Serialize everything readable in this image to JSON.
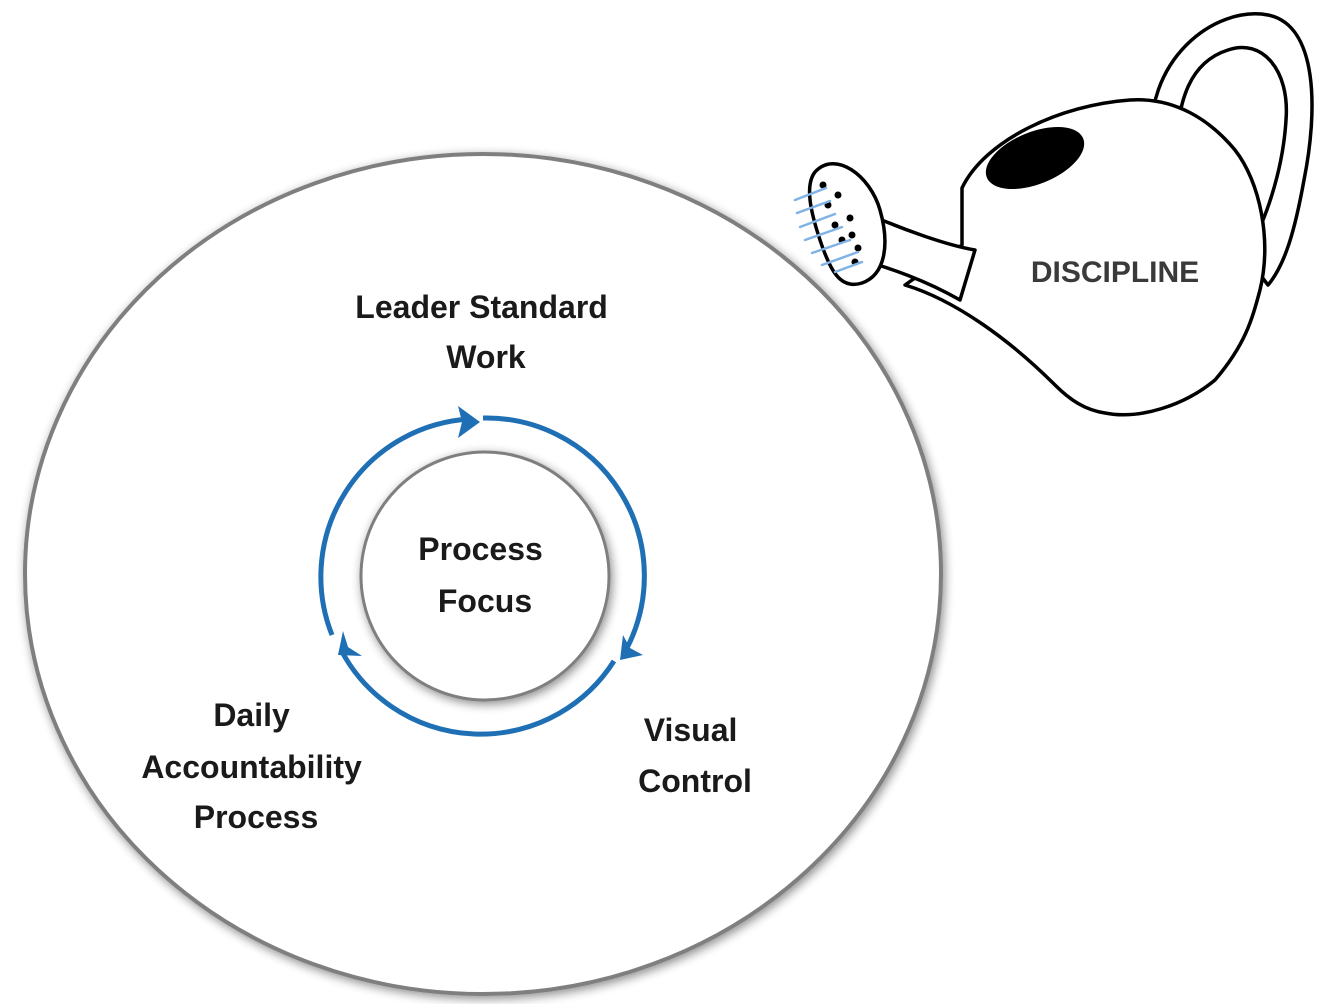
{
  "diagram": {
    "center_label": [
      "Process",
      "Focus"
    ],
    "cycle_labels": {
      "top": [
        "Leader Standard",
        "Work"
      ],
      "bottom_right": [
        "Visual",
        "Control"
      ],
      "bottom_left": [
        "Daily",
        "Accountability",
        "Process"
      ]
    },
    "watering_can_label": "DISCIPLINE",
    "colors": {
      "cycle_arrow": "#1f6fb5",
      "circle_outline": "#7f7f7f",
      "water_drops": "#7fb2e5",
      "can_outline": "#000000"
    },
    "icon": "watering-can-icon"
  }
}
